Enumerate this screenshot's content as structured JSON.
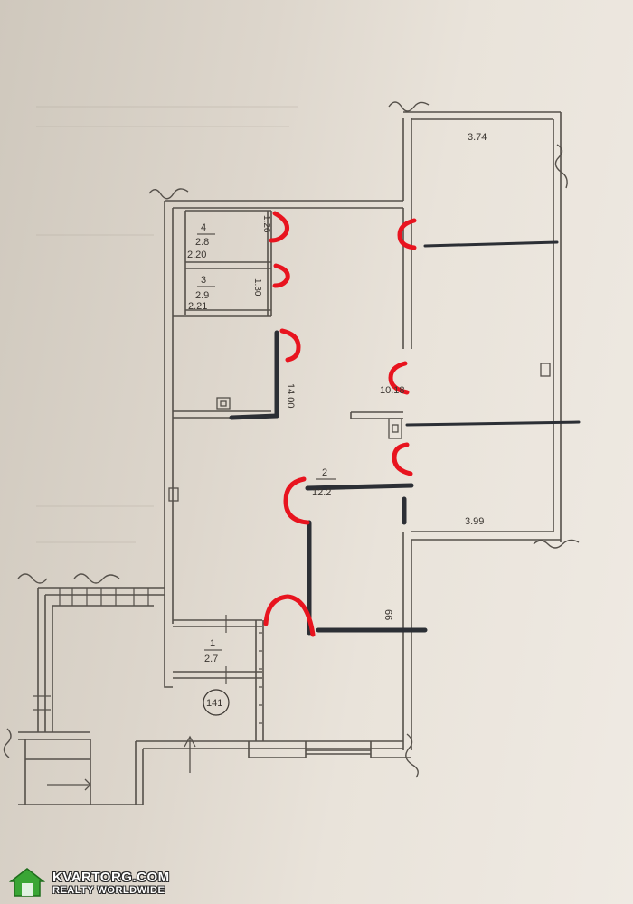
{
  "rooms": {
    "room_4": {
      "number": "4",
      "area": "2.8",
      "width": "2.20",
      "depth": "1.26"
    },
    "room_3": {
      "number": "3",
      "area": "2.9",
      "width": "2.21",
      "depth": "1.30"
    },
    "room_2": {
      "number": "2",
      "area": "12.2"
    },
    "room_1": {
      "number": "1",
      "area": "2.7"
    },
    "main_room": {
      "area": "10.18"
    }
  },
  "dimensions": {
    "top": "3.74",
    "right_mid": "3.99",
    "vertical_hall": "14.00",
    "vertical_lower": "66"
  },
  "apartment_number": "141",
  "watermark": {
    "site": "KVARTORG.COM",
    "tagline": "REALTY WORLDWIDE"
  },
  "colors": {
    "paper": "#e4ded5",
    "wall": "#55504a",
    "marker_red": "#e8141f",
    "marker_black": "#2c2f35",
    "logo_green": "#3aa635"
  }
}
